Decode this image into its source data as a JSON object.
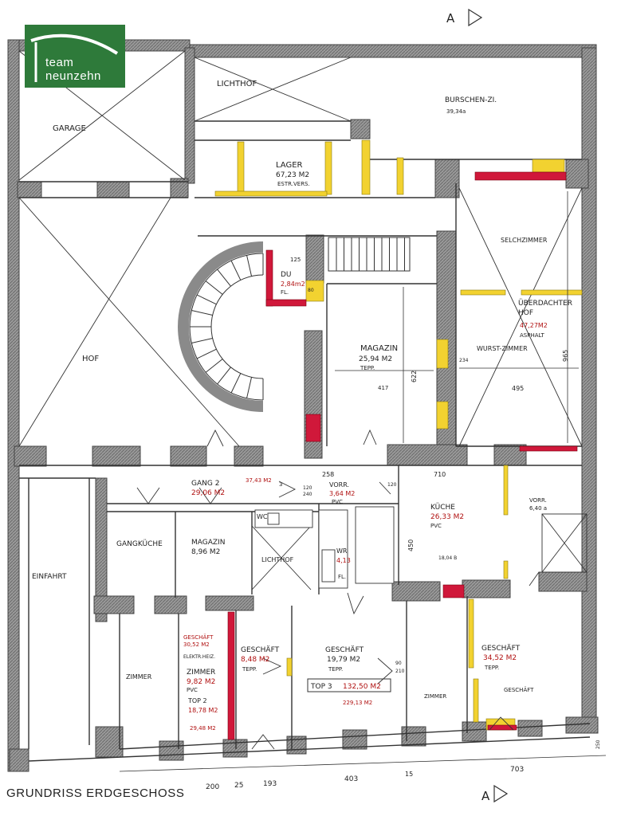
{
  "logo": {
    "line1": "team",
    "line2": "neunzehn"
  },
  "title": "GRUNDRISS ERDGESCHOSS",
  "section_marker": "A",
  "rooms": {
    "garage": "GARAGE",
    "lichthof1": "LICHTHOF",
    "lager": "LAGER",
    "lager_area": "67,23 M2",
    "lager_floor": "ESTR.VERS.",
    "burschen": "BURSCHEN-ZI.",
    "burschen_area": "39,34a",
    "selchzimmer": "SELCHZIMMER",
    "hof": "HOF",
    "du": "DU",
    "du_area": "2,84m2",
    "du_floor": "FL.",
    "magazin1": "MAGAZIN",
    "magazin1_area": "25,94 M2",
    "magazin1_floor": "TEPP.",
    "ueberdachter": "ÜBERDACHTER",
    "ueberdachter2": "HOF",
    "ueberdachter_area": "47,27M2",
    "ueberdachter_floor": "ASPHALT",
    "wurst": "WURST-ZIMMER",
    "gang": "GANG 2",
    "gang_area": "29,06 M2",
    "gang_area2": "37,43 M2",
    "vorr": "VORR.",
    "vorr_area": "3,64 M2",
    "vorr_floor": "PVC",
    "kueche": "KÜCHE",
    "kueche_area": "26,33 M2",
    "kueche_floor": "PVC",
    "kueche_small": "18,04 B",
    "vorr2": "VORR.",
    "vorr2_area": "6,40 a",
    "gangkueche": "GANGKÜCHE",
    "magazin2": "MAGAZIN",
    "magazin2_area": "8,96 M2",
    "lichthof2": "LICHTHOF",
    "wc": "WC",
    "wr": "WR",
    "wr_area": "4,13",
    "wr_floor": "FL.",
    "einfahrt": "EINFAHRT",
    "zimmer1": "ZIMMER",
    "geschaeft_a": "GESCHÄFT",
    "geschaeft_a_area": "30,52 M2",
    "elektroheiz": "ELEKTR.HEIZ.",
    "zimmer2": "ZIMMER",
    "zimmer2_area": "9,82 M2",
    "zimmer2_floor": "PVC",
    "top2": "TOP 2",
    "top2_area": "18,78 M2",
    "top2_small": "29,48 M2",
    "geschaeft1": "GESCHÄFT",
    "geschaeft1_area": "8,48 M2",
    "geschaeft1_floor": "TEPP.",
    "geschaeft2": "GESCHÄFT",
    "geschaeft2_area": "19,79 M2",
    "geschaeft2_floor": "TEPP.",
    "top3": "TOP 3",
    "top3_area": "132,50 M2",
    "top3_small": "229,13 M2",
    "zimmer3": "ZIMMER",
    "geschaeft3": "GESCHÄFT",
    "geschaeft3_area": "34,52 M2",
    "geschaeft3_floor": "TEPP.",
    "geschaeft4": "GESCHÄFT"
  },
  "dimensions": {
    "d417": "417",
    "d622": "622",
    "d495": "495",
    "d965": "965",
    "d258": "258",
    "d710": "710",
    "d450": "450",
    "d120a": "120",
    "d120b": "120",
    "d240": "240",
    "d200": "200",
    "d25": "25",
    "d193": "193",
    "d403": "403",
    "d15": "15",
    "d703": "703",
    "d250": "250",
    "d90": "90",
    "d210": "210",
    "d234": "234",
    "d125": "125",
    "d80": "80",
    "d3": "3"
  },
  "colors": {
    "wall": "#8a8a8a",
    "wallDark": "#5a5a5a",
    "yellow": "#f2d230",
    "red": "#d0183a",
    "green": "#2e7a3a"
  }
}
